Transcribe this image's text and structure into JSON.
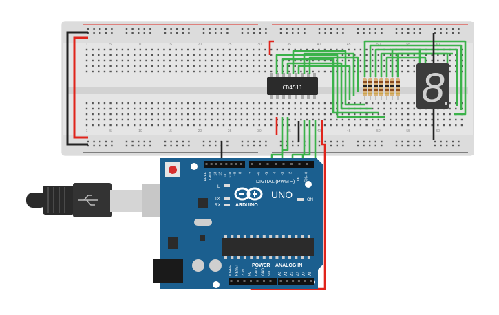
{
  "breadboard": {
    "column_numbers": [
      "1",
      "5",
      "10",
      "15",
      "20",
      "25",
      "30",
      "35",
      "40",
      "45",
      "50",
      "55",
      "60"
    ]
  },
  "ic_chip": {
    "label": "CD4511"
  },
  "arduino": {
    "model": "UNO",
    "brand": "ARDUINO",
    "digital_label": "DIGITAL (PWM ~)",
    "power_label": "POWER",
    "analog_label": "ANALOG IN",
    "on_label": "ON",
    "led_labels": [
      "L",
      "TX",
      "RX"
    ],
    "digital_pins": [
      "AREF",
      "GND",
      "13",
      "12",
      "~11",
      "~10",
      "~9",
      "8",
      "7",
      "~6",
      "~5",
      "4",
      "~3",
      "2",
      "TX→1",
      "RX←0"
    ],
    "power_pins": [
      "IOREF",
      "RESET",
      "3.3V",
      "5V",
      "GND",
      "GND",
      "Vin"
    ],
    "analog_pins": [
      "A0",
      "A1",
      "A2",
      "A3",
      "A4",
      "A5"
    ]
  },
  "seven_segment": {
    "digit": "8"
  },
  "colors": {
    "board": "#1b5f8f",
    "wire_green": "#3bb24a",
    "wire_red": "#e0241b",
    "wire_black": "#222222",
    "breadboard": "#e6e6e6"
  }
}
